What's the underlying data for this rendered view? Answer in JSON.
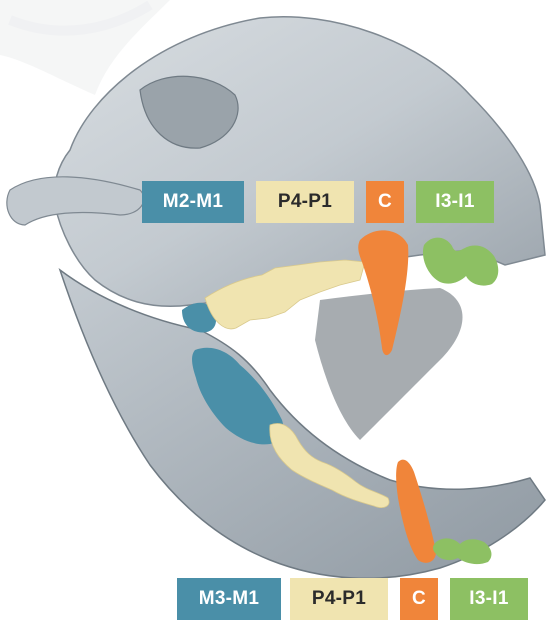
{
  "colors": {
    "molar": "#4a8fa8",
    "premolar": "#f0e4b0",
    "canine": "#f0853a",
    "incisor": "#8dc063",
    "molar_text": "#ffffff",
    "premolar_text": "#2b2b2b",
    "canine_text": "#ffffff",
    "incisor_text": "#ffffff",
    "bone": "#c9cfd4"
  },
  "upper_jaw": {
    "molars_label": "M2-M1",
    "premolars_label": "P4-P1",
    "canine_label": "C",
    "incisors_label": "I3-I1"
  },
  "lower_jaw": {
    "molars_label": "M3-M1",
    "premolars_label": "P4-P1",
    "canine_label": "C",
    "incisors_label": "I3-I1"
  }
}
